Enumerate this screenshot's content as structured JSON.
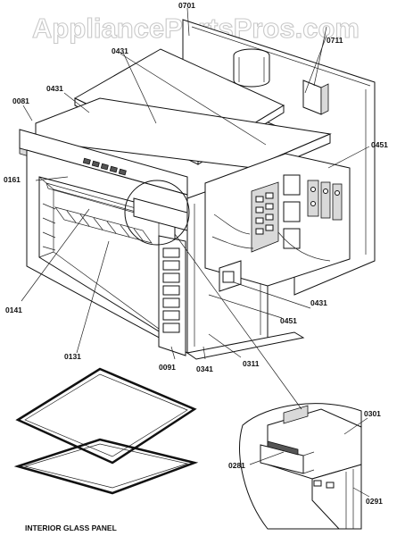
{
  "watermark": "AppliancePartsPros.com",
  "caption": "INTERIOR GLASS PANEL",
  "part_labels": {
    "p0701": "0701",
    "p0431_top": "0431",
    "p0711": "0711",
    "p0081": "0081",
    "p0431_left": "0431",
    "p0451_right": "0451",
    "p0161": "0161",
    "p0431_mid": "0431",
    "p0451_mid": "0451",
    "p0141": "0141",
    "p0131": "0131",
    "p0091": "0091",
    "p0341": "0341",
    "p0311": "0311",
    "p0301": "0301",
    "p0281": "0281",
    "p0291": "0291"
  }
}
